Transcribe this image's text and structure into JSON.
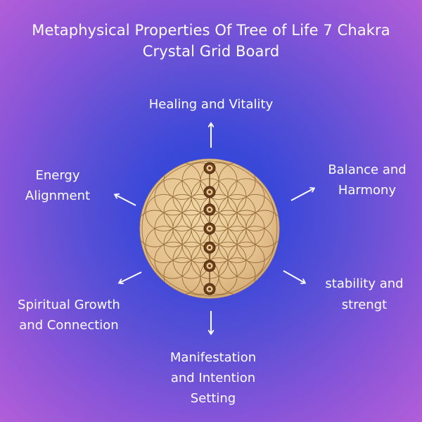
{
  "title": {
    "line1": "Metaphysical Properties Of Tree of Life 7 Chakra",
    "line2": "Crystal Grid Board"
  },
  "labels": {
    "top": "Healing and Vitality",
    "left_top_1": "Energy",
    "left_top_2": "Alignment",
    "right_top_1": "Balance and",
    "right_top_2": "Harmony",
    "right_bottom_1": "stability and",
    "right_bottom_2": "strengt",
    "left_bottom_1": "Spiritual Growth",
    "left_bottom_2": "and Connection",
    "bottom_1": "Manifestation",
    "bottom_2": "and Intention",
    "bottom_3": "Setting"
  },
  "colors": {
    "board_wood": "#e6c48f",
    "board_line": "#8a5f2c",
    "arrow": "#ffffff"
  }
}
